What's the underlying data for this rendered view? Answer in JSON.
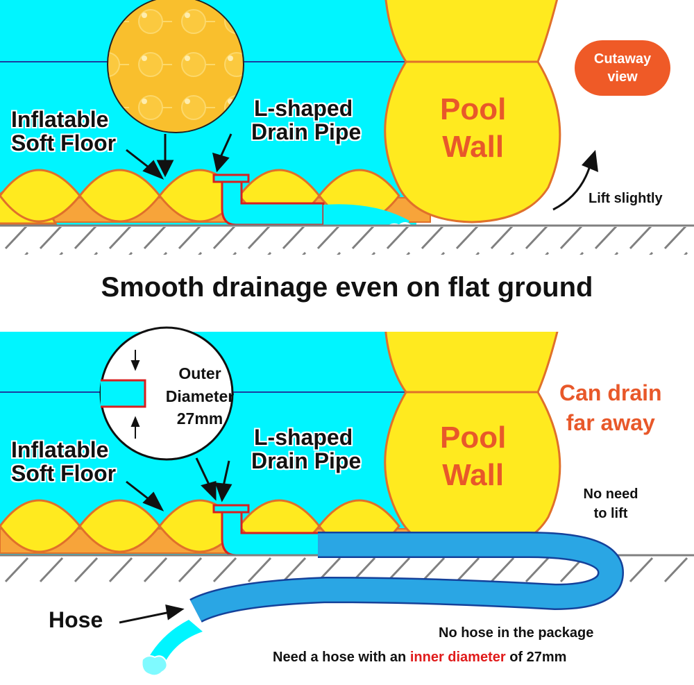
{
  "colors": {
    "water": "#00f5ff",
    "floor_yellow": "#ffea1f",
    "floor_outline": "#e0702a",
    "floor_base": "#f7a43a",
    "pipe_outline": "#d82020",
    "hose": "#2aa6e4",
    "hose_outline": "#14419a",
    "accent_orange": "#ef5a27",
    "ground_line": "#808080"
  },
  "top_panel": {
    "floor_label": [
      "Inflatable",
      "Soft Floor"
    ],
    "pipe_label": [
      "L-shaped",
      "Drain Pipe"
    ],
    "wall_label": [
      "Pool",
      "Wall"
    ],
    "badge": [
      "Cutaway",
      "view"
    ],
    "lift_label": "Lift slightly",
    "magnifier": "floor-texture-closeup"
  },
  "title": "Smooth drainage even on flat ground",
  "bottom_panel": {
    "floor_label": [
      "Inflatable",
      "Soft Floor"
    ],
    "pipe_label": [
      "L-shaped",
      "Drain Pipe"
    ],
    "wall_label": [
      "Pool",
      "Wall"
    ],
    "magnifier_label": [
      "Outer",
      "Diameter",
      "27mm"
    ],
    "drain_label": [
      "Can drain",
      "far away"
    ],
    "no_lift_label": [
      "No need",
      "to lift"
    ],
    "hose_label": "Hose",
    "note_1": "No hose in the package",
    "note_2_prefix": "Need a hose with an ",
    "note_2_highlight": "inner diameter",
    "note_2_suffix": " of 27mm"
  }
}
